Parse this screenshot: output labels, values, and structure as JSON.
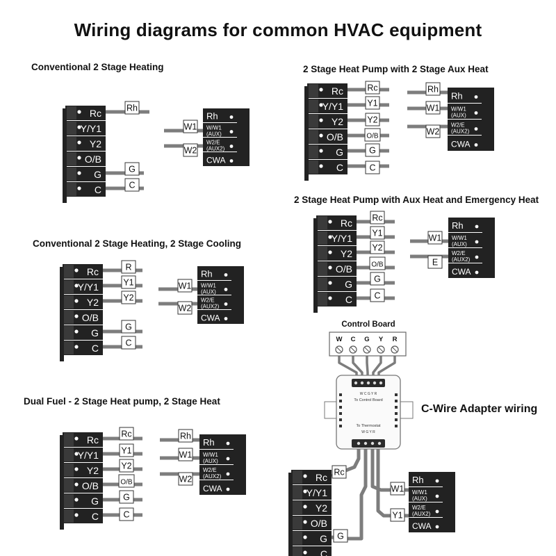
{
  "title": "Wiring diagrams for common HVAC equipment",
  "colors": {
    "block": "#222222",
    "block_stripe": "#3a3a3a",
    "wire": "#7d7d7d",
    "label_border": "#333333"
  },
  "term_labels": {
    "rc": "Rc",
    "y_y1": "Y/Y1",
    "y2": "Y2",
    "o_b": "O/B",
    "g": "G",
    "c": "C",
    "rh": "Rh",
    "w_w1": "W/W1",
    "aux": "(AUX)",
    "w2_e": "W2/E",
    "aux2": "(AUX2)",
    "cwa": "CWA"
  },
  "wire_labels": {
    "rh": "Rh",
    "rc": "Rc",
    "r": "R",
    "g": "G",
    "c": "C",
    "w1": "W1",
    "w2": "W2",
    "y1": "Y1",
    "y2": "Y2",
    "o_b": "O/B",
    "e": "E"
  },
  "sections": [
    {
      "title": "Conventional 2 Stage Heating"
    },
    {
      "title": "Conventional 2 Stage Heating, 2 Stage Cooling"
    },
    {
      "title": "Dual Fuel - 2 Stage Heat pump, 2 Stage Heat"
    },
    {
      "title": "2 Stage Heat Pump with 2 Stage Aux Heat"
    },
    {
      "title": "2 Stage Heat Pump with Aux Heat and Emergency Heat"
    }
  ],
  "control_board": {
    "title": "Control Board",
    "terminals": [
      "W",
      "C",
      "G",
      "Y",
      "R"
    ],
    "adapter_top_label": "To Control Board",
    "adapter_bottom_label": "To Thermostat",
    "adapter_top_pins": "W C G Y R",
    "adapter_bottom_pins": "W G Y R"
  },
  "cwire_title": "C-Wire Adapter wiring"
}
